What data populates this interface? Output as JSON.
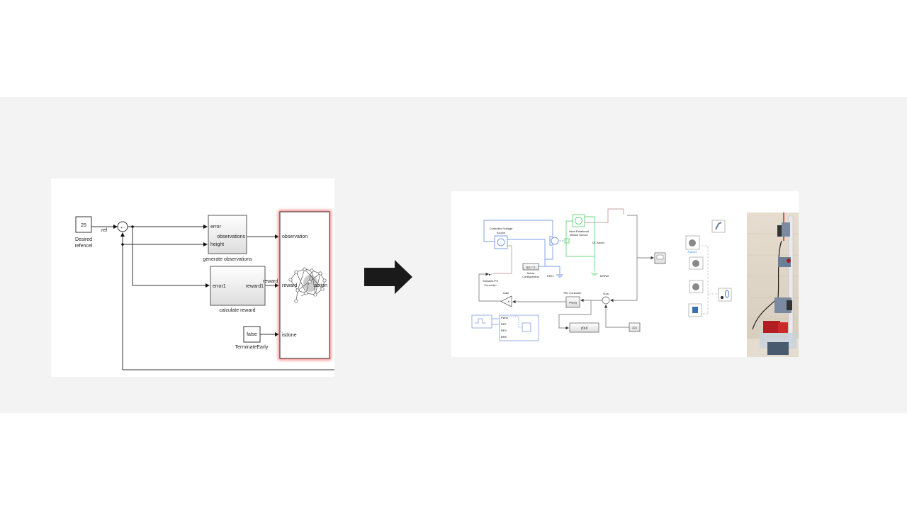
{
  "left_diagram": {
    "constant_value": "25",
    "constant_label_line1": "Desired",
    "constant_label_line2": "refencel",
    "ref_signal": "ref",
    "sum_signs": "+ -",
    "gen_obs": {
      "in1": "error",
      "in2": "height",
      "out": "observations",
      "label": "generate observations"
    },
    "calc_reward": {
      "in": "error1",
      "out": "reward1",
      "label": "calculate reward"
    },
    "reward_signal": "reward",
    "agent": {
      "in1": "observation",
      "in2": "reward",
      "in3": "isdone",
      "out": "action"
    },
    "terminate": {
      "value": "false",
      "label": "TerminateEarly"
    }
  },
  "arrow": {
    "color": "#1a1a1a"
  },
  "right_diagram": {
    "cvs_label_line1": "Controlled Voltage",
    "cvs_label_line2": "Source",
    "sensor_label_line1": "Ideal Rotational",
    "sensor_label_line2": "Motion Sensor",
    "motor_label": "DC Motor",
    "solver_block": "f(x) = 0",
    "solver_label_line1": "Solver",
    "solver_label_line2": "Configuration",
    "eref": "ERef",
    "mrref": "MRRef",
    "converter_label_line1": "Simulink-PS",
    "converter_label_line2": "Converter",
    "gain_label": "Gain",
    "gain_value": "-K-",
    "pid_label": "PID Controller",
    "pid_value": "PID(s)",
    "sum_label": "Sum",
    "yout": "yout",
    "const_value": "324",
    "subsys_ports": [
      "PWM",
      "REF",
      "REV",
      "BRK"
    ],
    "pulley_label": "Pulley2"
  },
  "colors": {
    "physical_blue": "#7b9be0",
    "mech_green": "#6fd67f",
    "signal_red": "#c9a0a0",
    "agent_glow": "#ff6b6b"
  }
}
